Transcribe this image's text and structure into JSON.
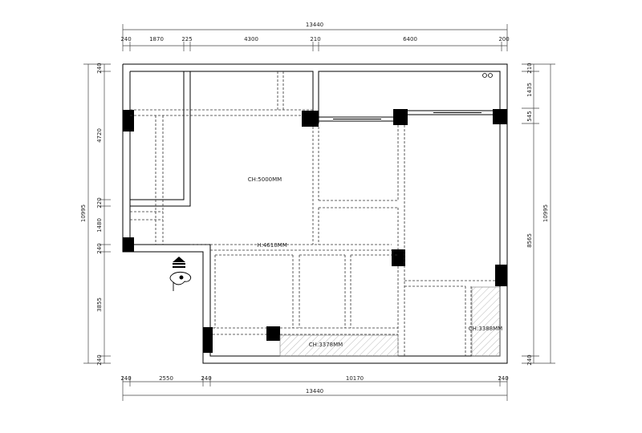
{
  "dimensions": {
    "top_total": "13440",
    "top_segments": [
      "240",
      "1870",
      "225",
      "4300",
      "210",
      "6400",
      "200"
    ],
    "bottom_total": "13440",
    "bottom_segments": [
      "240",
      "2550",
      "240",
      "10170",
      "240"
    ],
    "left_total": "10995",
    "left_segments": [
      "240",
      "4720",
      "220",
      "1480",
      "240",
      "3855",
      "240"
    ],
    "right_total": "10995",
    "right_segments": [
      "210",
      "1435",
      "545",
      "8565",
      "240"
    ]
  },
  "labels": {
    "ch_main": "CH:5000MM",
    "h_beam": "H:4610MM",
    "ch_bottom": "CH:3378MM",
    "ch_right": "CH:3388MM"
  },
  "colors": {
    "wall": "#000000",
    "dimension_line": "#444444",
    "dashed": "#333333",
    "hatch": "#bbbbbb",
    "background": "#ffffff"
  },
  "icons": [
    "stair-arrow-icon",
    "north-compass-icon"
  ]
}
